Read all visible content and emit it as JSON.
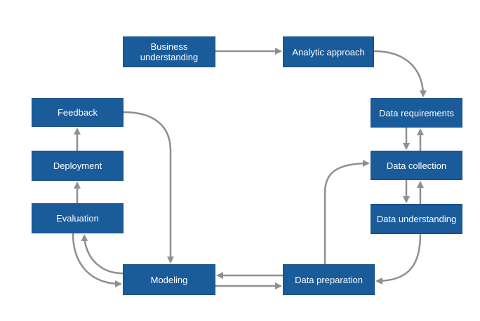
{
  "diagram": {
    "colors": {
      "node_fill": "#1a5b9a",
      "node_text": "#ffffff",
      "arrow": "#8f8f8f",
      "background": "#ffffff"
    },
    "nodes": {
      "business": "Business understanding",
      "analytic": "Analytic approach",
      "requirements": "Data requirements",
      "collection": "Data collection",
      "understanding": "Data understanding",
      "preparation": "Data preparation",
      "modeling": "Modeling",
      "evaluation": "Evaluation",
      "deployment": "Deployment",
      "feedback": "Feedback"
    },
    "edges": [
      {
        "from": "Business understanding",
        "to": "Analytic approach"
      },
      {
        "from": "Analytic approach",
        "to": "Data requirements"
      },
      {
        "from": "Data requirements",
        "to": "Data collection"
      },
      {
        "from": "Data collection",
        "to": "Data requirements"
      },
      {
        "from": "Data collection",
        "to": "Data understanding"
      },
      {
        "from": "Data understanding",
        "to": "Data collection"
      },
      {
        "from": "Data understanding",
        "to": "Data preparation"
      },
      {
        "from": "Data preparation",
        "to": "Data collection"
      },
      {
        "from": "Data preparation",
        "to": "Modeling"
      },
      {
        "from": "Modeling",
        "to": "Data preparation"
      },
      {
        "from": "Modeling",
        "to": "Evaluation"
      },
      {
        "from": "Evaluation",
        "to": "Modeling"
      },
      {
        "from": "Evaluation",
        "to": "Deployment"
      },
      {
        "from": "Deployment",
        "to": "Feedback"
      },
      {
        "from": "Feedback",
        "to": "Modeling"
      }
    ]
  }
}
